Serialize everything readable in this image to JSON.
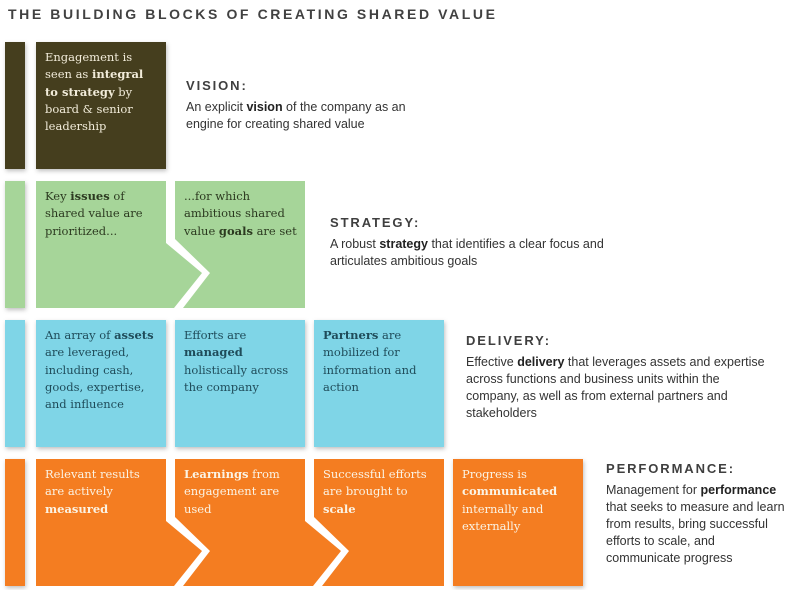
{
  "title": "THE BUILDING BLOCKS OF CREATING SHARED VALUE",
  "colors": {
    "vision_row": "#453e1e",
    "strategy_row": "#a6d599",
    "delivery_row": "#7fd5e7",
    "performance_row": "#f47d21",
    "heading_text": "#3f3f3f",
    "body_text": "#333333",
    "olive_box_text": "#f2ecda",
    "green_box_text": "#2c3a20",
    "blue_box_text": "#1f4c5a",
    "orange_box_text": "#fbf3e4"
  },
  "rows": [
    {
      "name": "vision",
      "boxes": [
        {
          "text": "Engagement is seen as **integral to strategy** by board & senior leadership"
        }
      ],
      "label": {
        "heading": "VISION:",
        "body": "An explicit **vision** of the company as an engine for creating shared value"
      }
    },
    {
      "name": "strategy",
      "boxes": [
        {
          "text": "Key **issues** of shared value are prioritized..."
        },
        {
          "text": "...for which ambitious shared value **goals** are set"
        }
      ],
      "label": {
        "heading": "STRATEGY:",
        "body": "A robust **strategy** that identifies a clear focus and articulates ambitious goals"
      }
    },
    {
      "name": "delivery",
      "boxes": [
        {
          "text": "An array of **assets** are leveraged, including cash, goods, expertise, and influence"
        },
        {
          "text": "Efforts are **managed** holistically across the company"
        },
        {
          "text": "**Partners** are mobilized for information and action"
        }
      ],
      "label": {
        "heading": "DELIVERY:",
        "body": "Effective **delivery** that leverages assets and expertise across functions and business units within the company, as well as from external partners and stakeholders"
      }
    },
    {
      "name": "performance",
      "boxes": [
        {
          "text": "Relevant results are actively **measured**"
        },
        {
          "text": "**Learnings** from engagement are used"
        },
        {
          "text": "Successful efforts are brought to **scale**"
        },
        {
          "text": "Progress is **communicated** internally and externally"
        }
      ],
      "label": {
        "heading": "PERFORMANCE:",
        "body": "Management for **performance** that seeks to measure and learn from results, bring successful efforts to scale, and communicate progress"
      }
    }
  ]
}
